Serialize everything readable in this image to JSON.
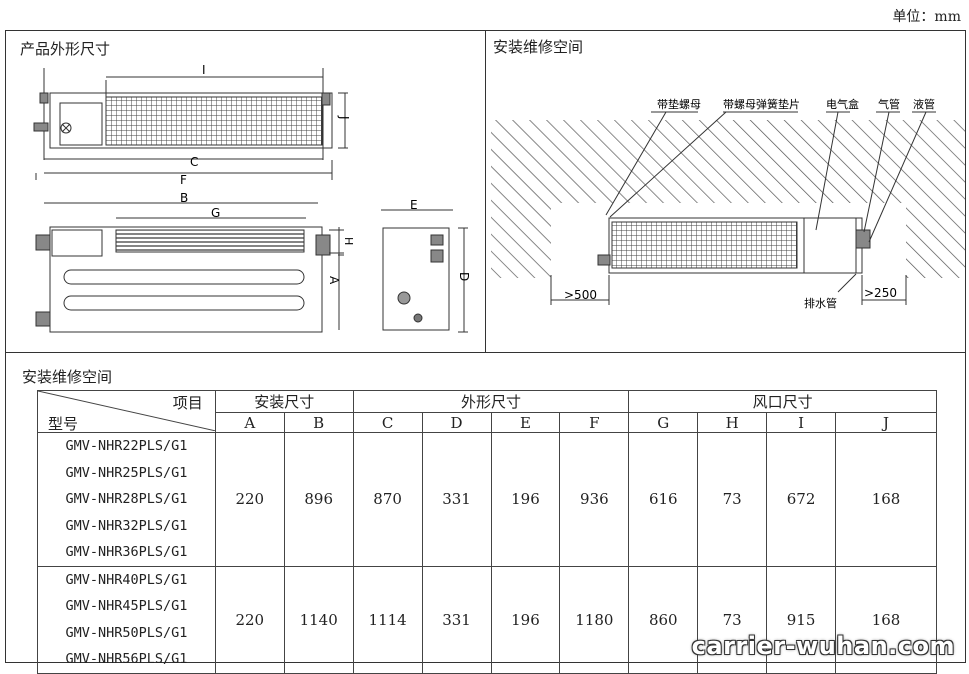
{
  "unit_label": "单位：mm",
  "left_panel_title": "产品外形尺寸",
  "right_panel_title": "安装维修空间",
  "bottom_title": "安装维修空间",
  "dimension_letters": {
    "I": "I",
    "J": "J",
    "C": "C",
    "F": "F",
    "B": "B",
    "G": "G",
    "H": "H",
    "A": "A",
    "E": "E",
    "D": "D"
  },
  "install_labels": {
    "washer_nut": "带垫螺母",
    "spring_washer_nut": "带螺母弹簧垫片",
    "electric_box": "电气盒",
    "gas_pipe": "气管",
    "liquid_pipe": "液管",
    "drain_pipe": "排水管",
    "clearance_left": ">500",
    "clearance_right": ">250"
  },
  "table": {
    "header_item": "项目",
    "header_model": "型号",
    "group_install": "安装尺寸",
    "group_outline": "外形尺寸",
    "group_vent": "风口尺寸",
    "columns": [
      "A",
      "B",
      "C",
      "D",
      "E",
      "F",
      "G",
      "H",
      "I",
      "J"
    ],
    "rows": [
      {
        "models": [
          "GMV-NHR22PLS/G1",
          "GMV-NHR25PLS/G1",
          "GMV-NHR28PLS/G1",
          "GMV-NHR32PLS/G1",
          "GMV-NHR36PLS/G1"
        ],
        "values": [
          "220",
          "896",
          "870",
          "331",
          "196",
          "936",
          "616",
          "73",
          "672",
          "168"
        ]
      },
      {
        "models": [
          "GMV-NHR40PLS/G1",
          "GMV-NHR45PLS/G1",
          "GMV-NHR50PLS/G1",
          "GMV-NHR56PLS/G1"
        ],
        "values": [
          "220",
          "1140",
          "1114",
          "331",
          "196",
          "1180",
          "860",
          "73",
          "915",
          "168"
        ]
      }
    ]
  },
  "watermark": "carrier-wuhan.com"
}
